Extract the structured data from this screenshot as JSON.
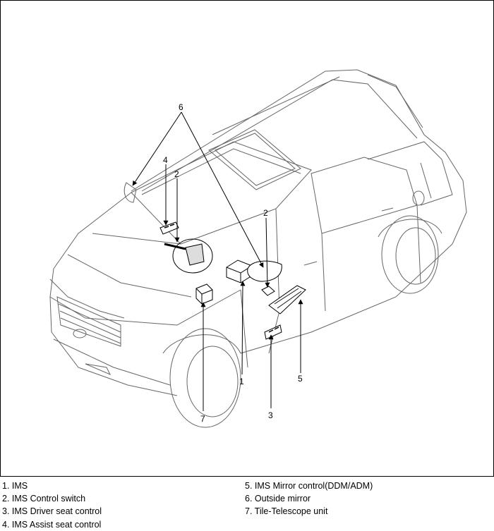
{
  "callouts": {
    "one": "1",
    "two_a": "2",
    "two_b": "2",
    "three": "3",
    "four": "4",
    "five": "5",
    "six": "6",
    "seven": "7"
  },
  "legend": {
    "left": [
      "1. IMS",
      "2. IMS Control switch",
      "3. IMS Driver seat control",
      "4. IMS Assist seat control"
    ],
    "right": [
      "5. IMS Mirror control(DDM/ADM)",
      "6. Outside mirror",
      "7. Tile-Telescope unit"
    ]
  }
}
